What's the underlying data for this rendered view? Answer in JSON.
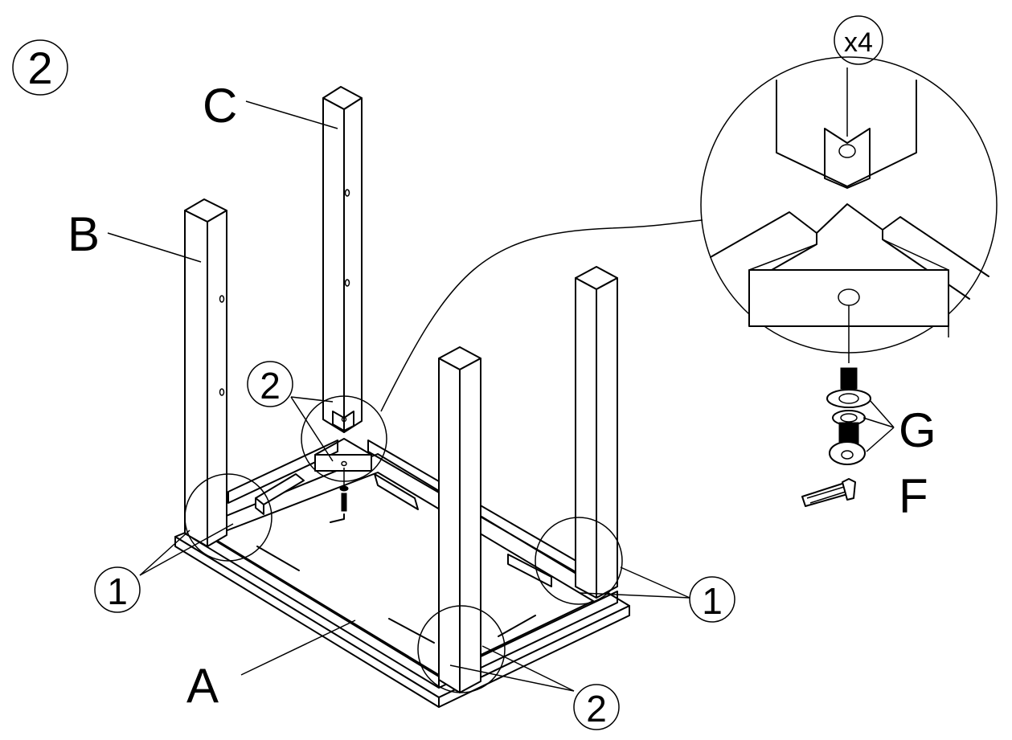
{
  "step": {
    "number": "2"
  },
  "parts": {
    "A": "A",
    "B": "B",
    "C": "C",
    "F": "F",
    "G": "G"
  },
  "callouts": {
    "left": "1",
    "right": "1",
    "bottom": "2",
    "center": "2"
  },
  "detail": {
    "quantity": "x4"
  },
  "footnote": ""
}
